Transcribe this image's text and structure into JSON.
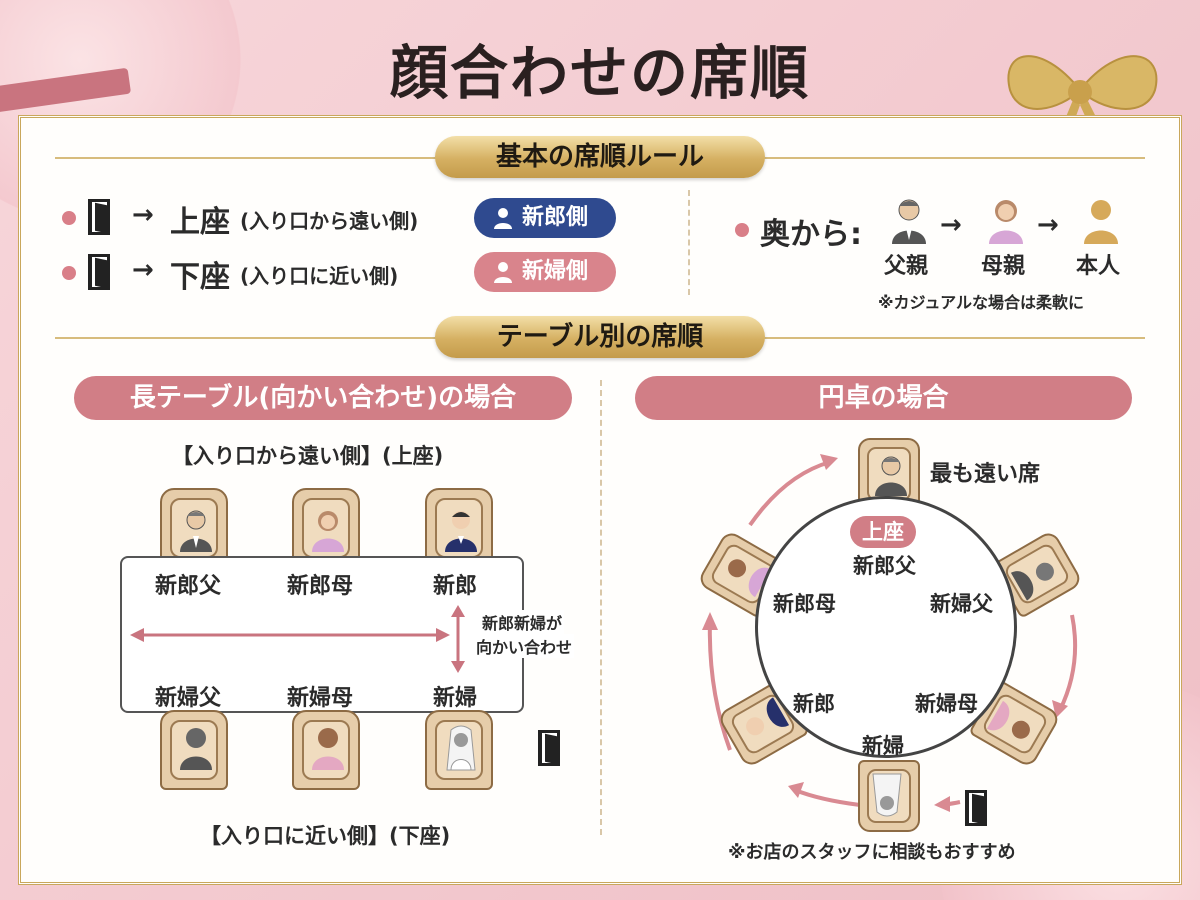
{
  "title": "顔合わせの席順",
  "section_basic": "基本の席順ルール",
  "rules": {
    "upper": {
      "arrow": "→",
      "label": "上座",
      "note": "(入り口から遠い側)",
      "badge": "新郎側"
    },
    "lower": {
      "arrow": "→",
      "label": "下座",
      "note": "(入り口に近い側)",
      "badge": "新婦側"
    }
  },
  "order": {
    "label": "奥から:",
    "people": [
      "父親",
      "母親",
      "本人"
    ],
    "arrow": "→",
    "note": "※カジュアルな場合は柔軟に"
  },
  "section_table": "テーブル別の席順",
  "long_table": {
    "header": "長テーブル(向かい合わせ)の場合",
    "top_label": "【入り口から遠い側】(上座)",
    "bottom_label": "【入り口に近い側】(下座)",
    "top_seats": [
      "新郎父",
      "新郎母",
      "新郎"
    ],
    "bottom_seats": [
      "新婦父",
      "新婦母",
      "新婦"
    ],
    "facing_note": [
      "新郎新婦が",
      "向かい合わせ"
    ]
  },
  "round_table": {
    "header": "円卓の場合",
    "farthest": "最も遠い席",
    "upper_badge": "上座",
    "seats": {
      "top": "新郎父",
      "left_upper": "新郎母",
      "right_upper": "新婦父",
      "left_lower": "新郎",
      "right_lower": "新婦母",
      "bottom": "新婦"
    },
    "note": "※お店のスタッフに相談もおすすめ"
  },
  "colors": {
    "groom_badge": "#2f4a8f",
    "bride_badge": "#d9848c",
    "gold": "#d5b062",
    "pink": "#d17e86"
  }
}
